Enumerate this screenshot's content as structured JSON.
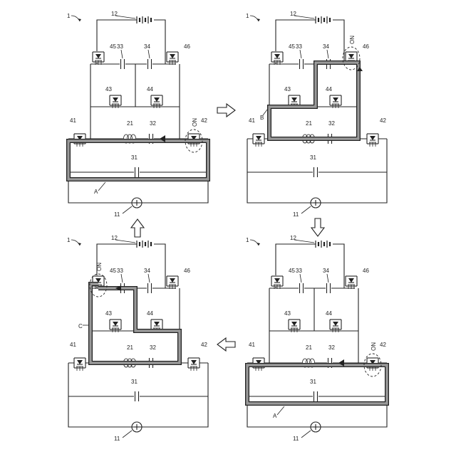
{
  "figure_ref": "1",
  "labels": {
    "battery": "12",
    "switch_41": "41",
    "switch_42": "42",
    "switch_43": "43",
    "switch_44": "44",
    "switch_45": "45",
    "switch_46": "46",
    "inductor": "21",
    "cap_31": "31",
    "cap_32": "32",
    "cap_33": "33",
    "cap_34": "34",
    "source": "11",
    "on": "ON"
  },
  "panels": [
    {
      "id": "top-left",
      "path_label": "A",
      "on_switch": "42"
    },
    {
      "id": "top-right",
      "path_label": "B",
      "on_switch": "46"
    },
    {
      "id": "bottom-right",
      "path_label": "A",
      "on_switch": "42"
    },
    {
      "id": "bottom-left",
      "path_label": "C",
      "on_switch": "45"
    }
  ]
}
